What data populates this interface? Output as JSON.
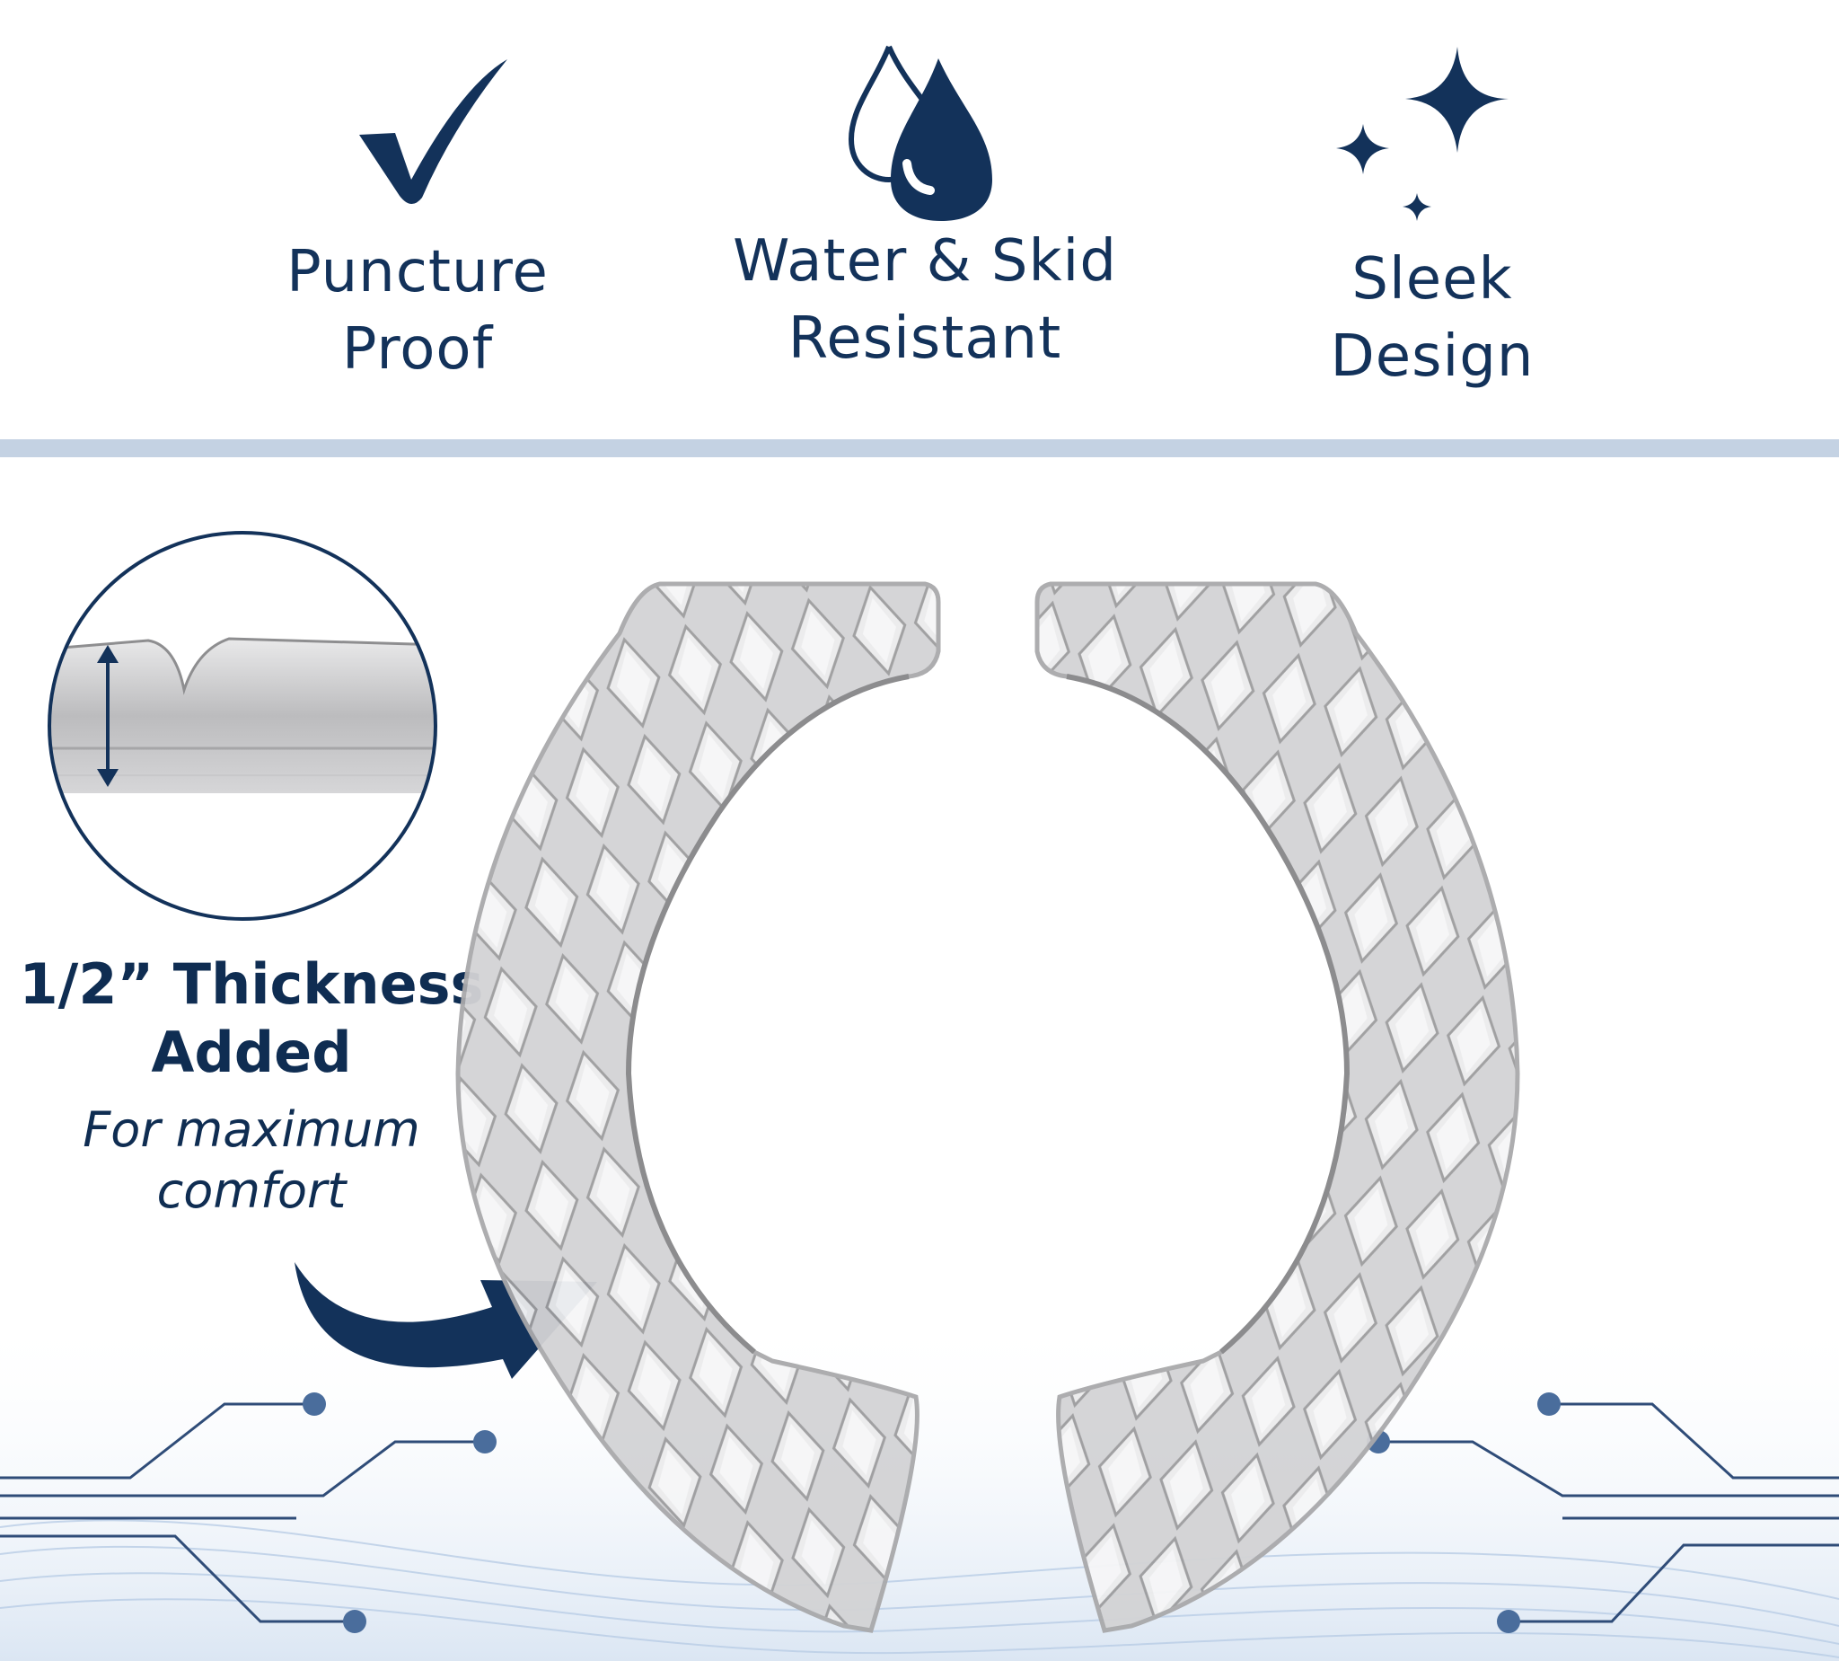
{
  "features": [
    {
      "icon": "checkmark-icon",
      "lines": [
        "Puncture",
        "Proof"
      ]
    },
    {
      "icon": "water-drops-icon",
      "lines": [
        "Water & Skid",
        "Resistant"
      ]
    },
    {
      "icon": "sparkles-icon",
      "lines": [
        "Sleek",
        "Design"
      ]
    }
  ],
  "callout": {
    "headline_lines": [
      "1/2” Thickness",
      "Added"
    ],
    "subline_lines": [
      "For maximum",
      "comfort"
    ]
  },
  "colors": {
    "navy": "#13325a",
    "divider": "#c4d2e3",
    "circuit_dot": "#4a6d9c"
  },
  "images": {
    "detail_inset": "magnified cross-section of gel pad showing thickness",
    "product": "clear gel toilet seat cushion, two halves"
  }
}
